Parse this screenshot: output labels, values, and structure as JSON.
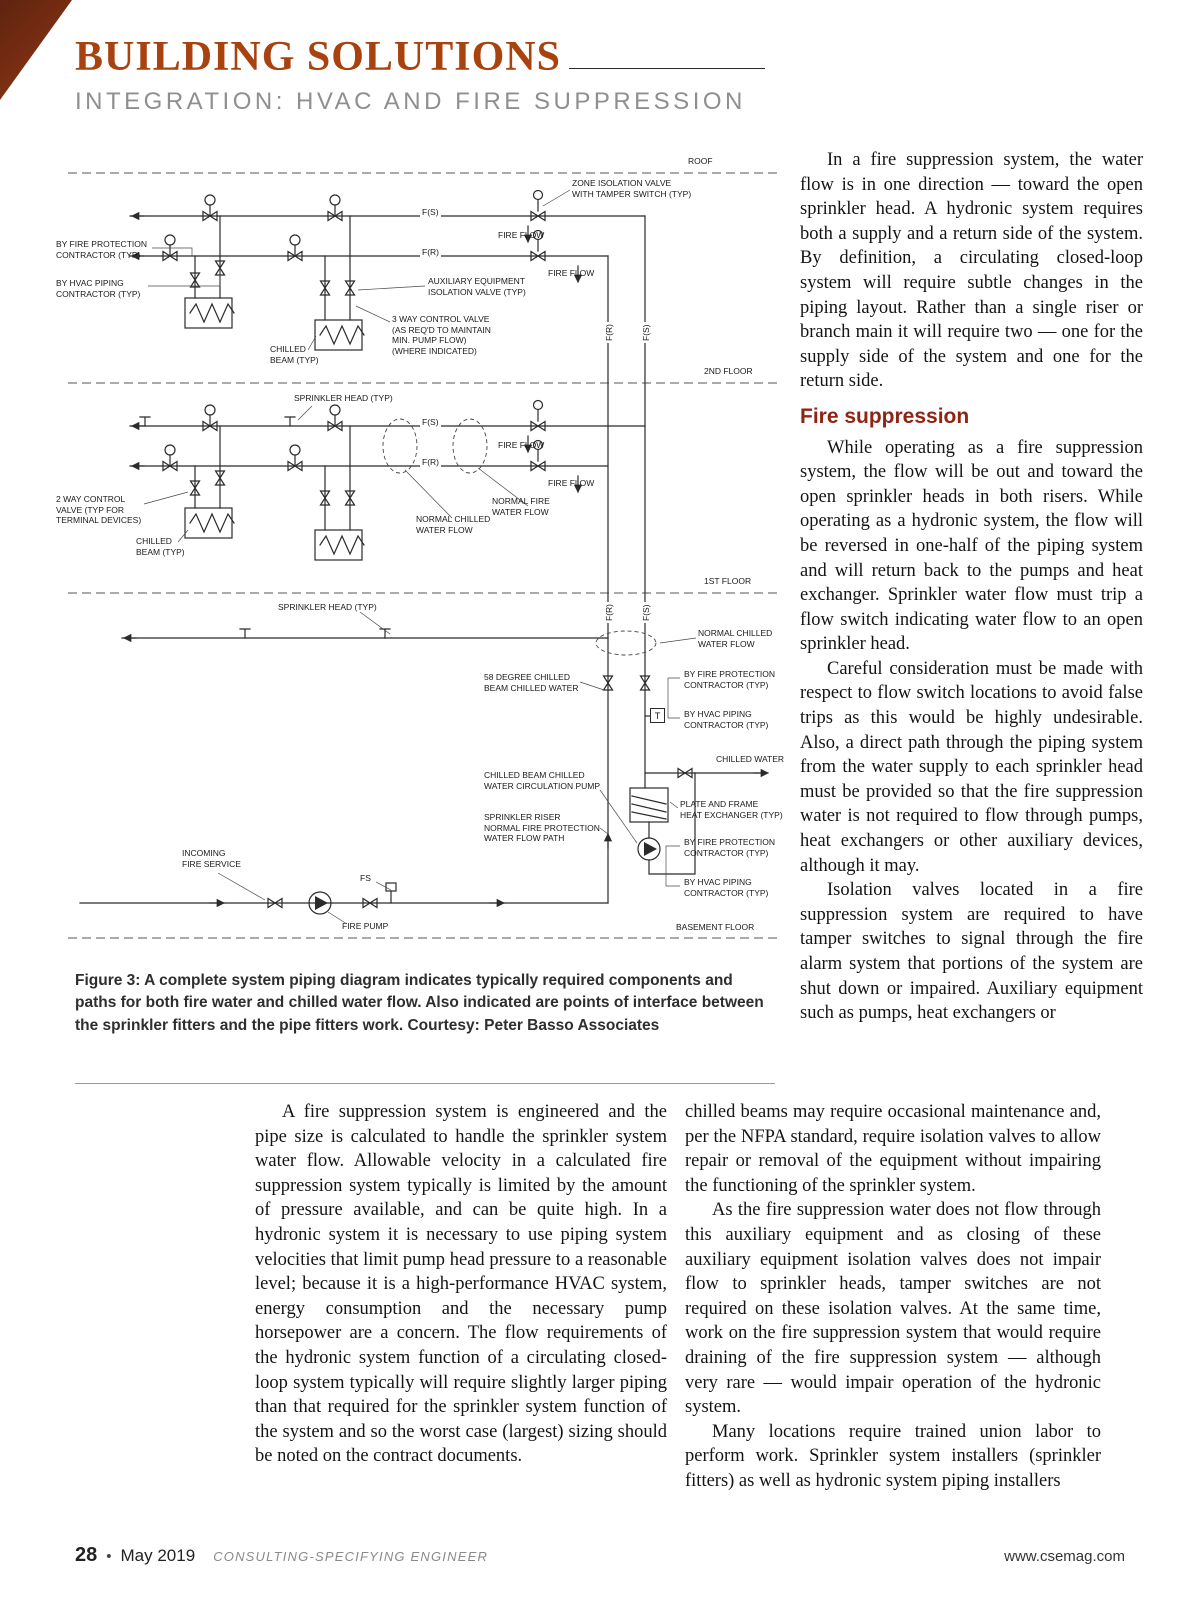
{
  "colors": {
    "title": "#a8420f",
    "heading": "#8f2413",
    "tri_dark": "#5f2310",
    "tri_light": "#c4561c"
  },
  "header": {
    "title": "BUILDING SOLUTIONS",
    "subtitle": "INTEGRATION: HVAC AND FIRE SUPPRESSION"
  },
  "figure": {
    "caption": "Figure 3: A complete system piping diagram indicates typically required components and paths for both fire water and chilled water flow. Also indicated are points of interface between the sprinkler fitters and the pipe fitters work. Courtesy: Peter Basso Associates",
    "labels": {
      "roof": "ROOF",
      "floor_2nd": "2ND FLOOR",
      "floor_1st": "1ST FLOOR",
      "basement": "BASEMENT FLOOR",
      "zone_isolation": "ZONE ISOLATION VALVE\nWITH TAMPER SWITCH (TYP)",
      "fire_flow": "FIRE FLOW",
      "by_fire_protection": "BY FIRE PROTECTION\nCONTRACTOR (TYP)",
      "by_hvac_piping": "BY HVAC PIPING\nCONTRACTOR (TYP)",
      "aux_equipment": "AUXILIARY EQUIPMENT\nISOLATION VALVE (TYP)",
      "three_way_valve": "3 WAY CONTROL VALVE\n(AS REQ'D TO MAINTAIN\nMIN. PUMP FLOW)\n(WHERE INDICATED)",
      "chilled_beam": "CHILLED\nBEAM (TYP)",
      "sprinkler_head": "SPRINKLER HEAD (TYP)",
      "two_way_valve": "2 WAY CONTROL\nVALVE (TYP FOR\nTERMINAL DEVICES)",
      "normal_chilled": "NORMAL CHILLED\nWATER FLOW",
      "normal_fire": "NORMAL FIRE\nWATER FLOW",
      "deg58": "58 DEGREE CHILLED\nBEAM CHILLED WATER",
      "chilled_water": "CHILLED WATER",
      "circulation_pump": "CHILLED BEAM CHILLED\nWATER CIRCULATION PUMP",
      "plate_frame_hx": "PLATE AND FRAME\nHEAT EXCHANGER (TYP)",
      "sprinkler_riser": "SPRINKLER RISER\nNORMAL FIRE PROTECTION\nWATER FLOW PATH",
      "incoming_fire": "INCOMING\nFIRE SERVICE",
      "fire_pump": "FIRE PUMP",
      "fs": "FS",
      "tamper_t": "T",
      "pipe_fs": "F(S)",
      "pipe_fr": "F(R)"
    }
  },
  "article": {
    "col_right": {
      "p1": "In a fire suppression system, the water flow is in one direction — toward the open sprinkler head. A hydronic system requires both a supply and a return side of the system. By definition, a circulating closed-loop system will require subtle changes in the piping layout. Rather than a single riser or branch main it will require two — one for the supply side of the system and one for the return side.",
      "heading": "Fire suppression",
      "p2": "While operating as a fire suppression system, the flow will be out and toward the open sprinkler heads in both risers. While operating as a hydronic system, the flow will be reversed in one-half of the piping system and will return back to the pumps and heat exchanger. Sprinkler water flow must trip a flow switch indicating water flow to an open sprinkler head.",
      "p3": "Careful consideration must be made with respect to flow switch locations to avoid false trips as this would be highly undesirable. Also, a direct path through the piping system from the water supply to each sprinkler head must be provided so that the fire suppression water is not required to flow through pumps, heat exchangers or other auxiliary devices, although it may.",
      "p4_start": "Isolation valves located in a fire suppression system are required to have tamper switches to signal through the fire alarm system that portions of the system are shut down or impaired. Auxiliary equipment such as pumps, heat exchangers or"
    },
    "col_bottom_left": {
      "p1": "A fire suppression system is engineered and the pipe size is calculated to handle the sprinkler system water flow. Allowable velocity in a calculated fire suppression system typically is limited by the amount of pressure available, and can be quite high. In a hydronic system it is necessary to use piping system velocities that limit pump head pressure to a reasonable level; because it is a high-performance HVAC system, energy consumption and the necessary pump horsepower are a concern. The flow requirements of the hydronic system function of a circulating closed-loop system typically will require slightly larger piping than that required for the sprinkler system function of the system and so the worst case (largest) sizing should be noted on the contract documents."
    },
    "col_bottom_right": {
      "p4_cont": "chilled beams may require occasional maintenance and, per the NFPA standard, require isolation valves to allow repair or removal of the equipment without impairing the functioning of the sprinkler system.",
      "p5": "As the fire suppression water does not flow through this auxiliary equipment and as closing of these auxiliary equipment isolation valves does not impair flow to sprinkler heads, tamper switches are not required on these isolation valves. At the same time, work on the fire suppression system that would require draining of the fire suppression system — although very rare — would impair operation of the hydronic system.",
      "p6": "Many locations require trained union labor to perform work. Sprinkler system installers (sprinkler fitters) as well as hydronic system piping installers"
    }
  },
  "footer": {
    "page_number": "28",
    "bullet": "•",
    "date": "May 2019",
    "magazine": "CONSULTING-SPECIFYING ENGINEER",
    "website": "www.csemag.com"
  }
}
